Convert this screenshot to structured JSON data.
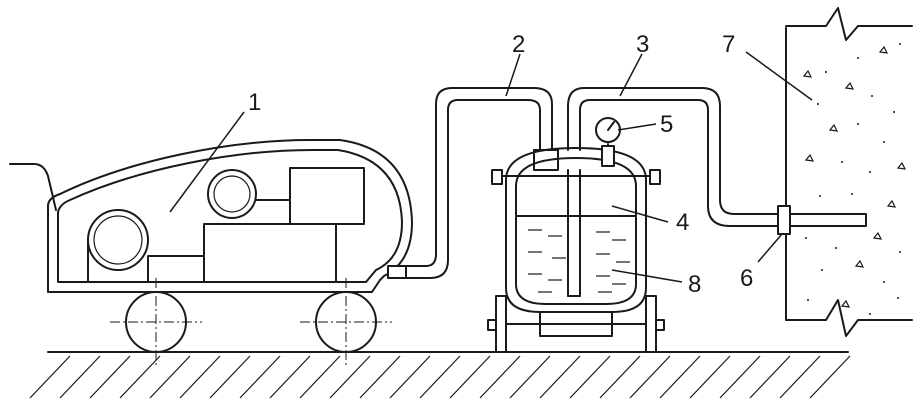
{
  "labels": {
    "l1": "1",
    "l2": "2",
    "l3": "3",
    "l4": "4",
    "l5": "5",
    "l6": "6",
    "l7": "7",
    "l8": "8"
  },
  "colors": {
    "line": "#1a1a1a",
    "background": "#ffffff"
  }
}
